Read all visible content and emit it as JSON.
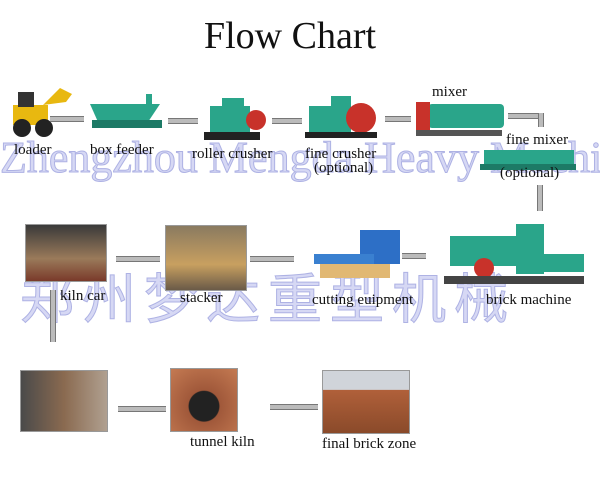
{
  "title": "Flow Chart",
  "watermark": {
    "en": "Zhengzhou Mengda Heavy Machinery",
    "cn": "郑州梦达重型机械"
  },
  "steps": {
    "loader": "loader",
    "box_feeder": "box feeder",
    "roller_crusher": "roller crusher",
    "fine_crusher": "fine crusher",
    "fine_crusher_note": "(optional)",
    "mixer": "mixer",
    "fine_mixer": "fine mixer",
    "fine_mixer_note": "(optional)",
    "brick_machine": "brick machine",
    "cutting": "cutting euipment",
    "stacker": "stacker",
    "kiln_car": "kiln car",
    "tunnel_kiln": "tunnel kiln",
    "final": "final brick zone"
  },
  "colors": {
    "machine": "#2aa58a",
    "accent": "#c8322a",
    "arrow": "#bbbbbb"
  }
}
